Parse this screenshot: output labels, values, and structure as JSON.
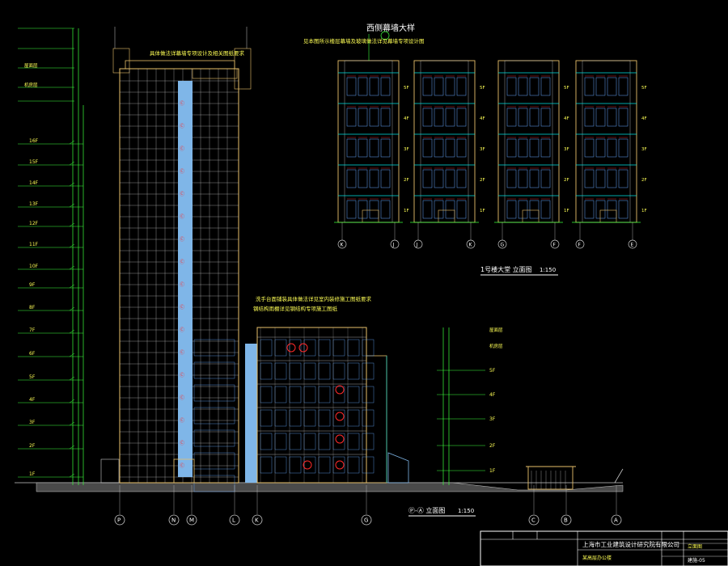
{
  "colors": {
    "bg": "#000000",
    "frame": "#ffffff",
    "wall": "#e8c06a",
    "grid": "#c8c8c8",
    "window": "#66aaff",
    "panel": "#7fb6e8",
    "accent": "#ff2a2a",
    "dim": "#00e0e0",
    "dim2": "#3cff3c",
    "text": "#ffffff",
    "yellow": "#ffff55"
  },
  "notes": {
    "top_callout": "西侧幕墙大样",
    "top_sub": "见本图所示楼层幕墙及玻璃做法详见幕墙专项设计图",
    "tower_note": "具体做法详幕墙专项设计及相关图纸要求",
    "podium_note1": "洗手台面铺装具体做法详见室内装修施工图纸要求",
    "podium_note2": "钢结构雨棚详见钢结构专项施工图纸"
  },
  "drawings": {
    "main_title": "Ⓟ-Ⓐ 立面图",
    "main_scale": "1:150",
    "detail_title": "1号楼大堂 立面图",
    "detail_scale": "1:150"
  },
  "floor_labels": [
    "1F",
    "2F",
    "3F",
    "4F",
    "5F",
    "6F",
    "7F",
    "8F",
    "9F",
    "10F",
    "11F",
    "12F",
    "13F",
    "14F",
    "15F",
    "16F"
  ],
  "podium_labels": [
    "1F",
    "2F",
    "3F",
    "4F",
    "5F"
  ],
  "roof_labels": [
    "屋面层",
    "机房层"
  ],
  "axis_main": [
    "P",
    "N",
    "M",
    "L",
    "K",
    "G",
    "C",
    "B",
    "A"
  ],
  "axis_detail": [
    [
      "K",
      "J"
    ],
    [
      "J",
      "K"
    ],
    [
      "G",
      "F"
    ],
    [
      "F",
      "E"
    ]
  ],
  "title_block": {
    "company": "上海市工业建筑设计研究院有限公司",
    "project": "某高层办公楼",
    "sheet": "立面图",
    "drawing_no": "建施-05"
  }
}
